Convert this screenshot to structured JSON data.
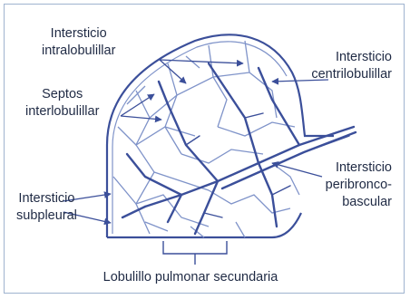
{
  "labels": {
    "intralobulillar": [
      "Intersticio",
      "intralobulillar"
    ],
    "centrilobulillar": [
      "Intersticio",
      "centrilobulillar"
    ],
    "septos": [
      "Septos",
      "interlobulillar"
    ],
    "peribroncovascular": [
      "Intersticio",
      "peribronco-",
      "bascular"
    ],
    "subpleural": [
      "Intersticio",
      "subpleural"
    ],
    "lobulillo": "Lobulillo pulmonar secundaria"
  },
  "colors": {
    "line": "#3b4f9a",
    "line_light": "#7f93c9",
    "frame": "#9fb3cf",
    "text": "#1f2a44"
  }
}
